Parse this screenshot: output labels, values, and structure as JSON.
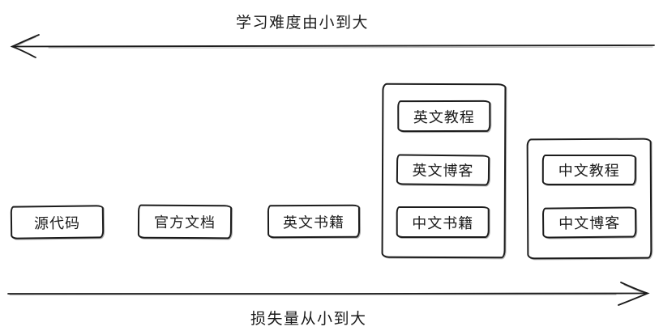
{
  "diagram": {
    "top_axis": {
      "label": "学习难度由小到大",
      "direction": "left"
    },
    "bottom_axis": {
      "label": "损失量从小到大",
      "direction": "right"
    },
    "items": [
      {
        "label": "源代码"
      },
      {
        "label": "官方文档"
      },
      {
        "label": "英文书籍"
      }
    ],
    "groups": [
      {
        "items": [
          {
            "label": "英文教程"
          },
          {
            "label": "英文博客"
          },
          {
            "label": "中文书籍"
          }
        ]
      },
      {
        "items": [
          {
            "label": "中文教程"
          },
          {
            "label": "中文博客"
          }
        ]
      }
    ],
    "colors": {
      "stroke": "#1b1b1b",
      "background": "#ffffff"
    }
  }
}
